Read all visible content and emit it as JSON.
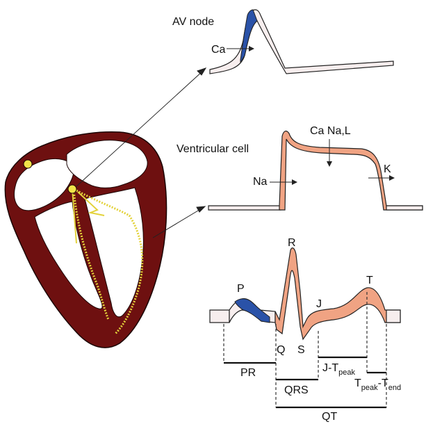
{
  "labels": {
    "av_node": "AV node",
    "ca_av": "Ca",
    "ventricular_cell": "Ventricular cell",
    "ca_na_l": "Ca Na,L",
    "na": "Na",
    "k": "K",
    "p": "P",
    "r": "R",
    "q": "Q",
    "s": "S",
    "j": "J",
    "t": "T",
    "pr": "PR",
    "qrs": "QRS",
    "qt": "QT",
    "j_tpeak_main": "J-T",
    "j_tpeak_sub": "peak",
    "tpeak_tend_main1": "T",
    "tpeak_tend_sub1": "peak",
    "tpeak_tend_main2": "-T",
    "tpeak_tend_sub2": "end"
  },
  "colors": {
    "heart_muscle": "#6e1010",
    "conduction_yellow": "#e3d23a",
    "node_yellow": "#f2e44a",
    "calcium_blue": "#2a52a8",
    "ventricular_salmon": "#f0a383",
    "trace_fill": "#f7eeee",
    "outline": "#222222"
  }
}
